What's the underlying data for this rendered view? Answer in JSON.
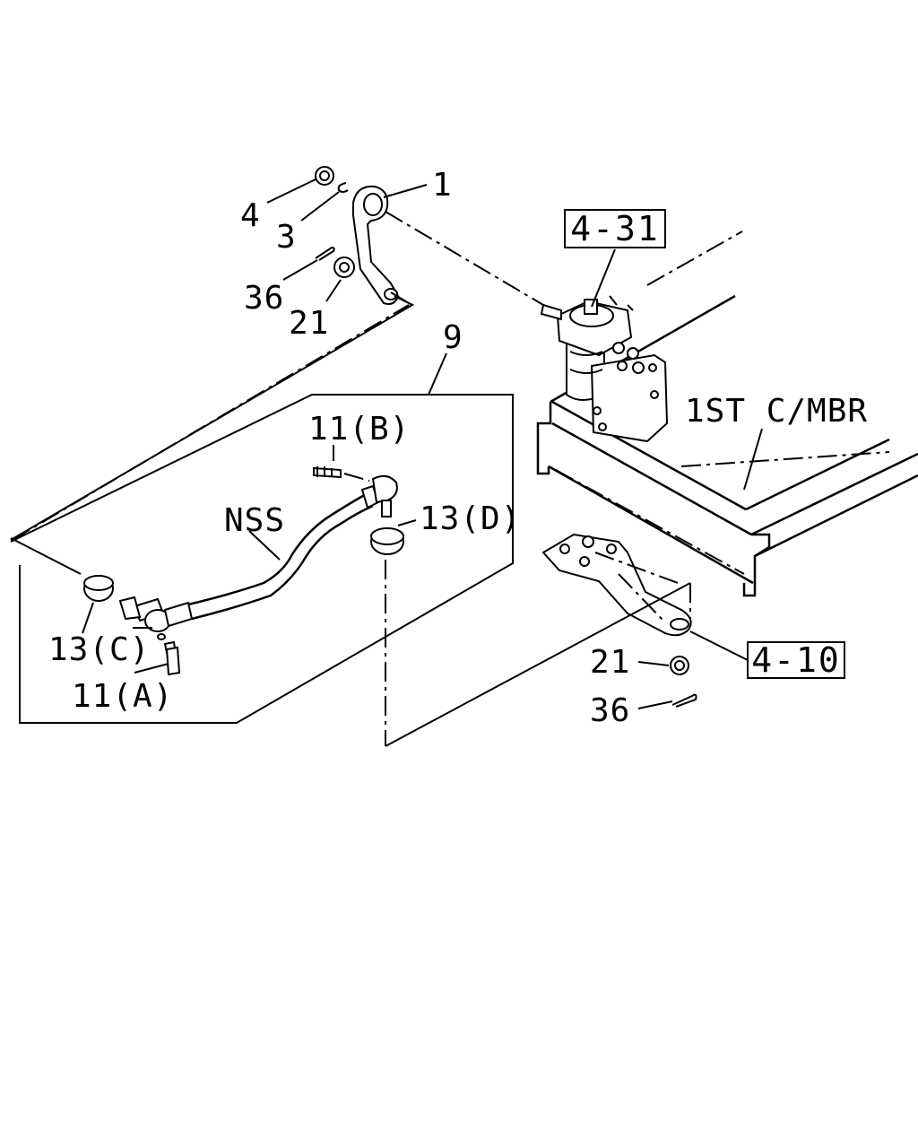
{
  "diagram": {
    "callouts": {
      "c1": "1",
      "c3": "3",
      "c4": "4",
      "c36_top": "36",
      "c21_top": "21",
      "c9": "9",
      "c11b": "11(B)",
      "c13d": "13(D)",
      "nss": "NSS",
      "c13c": "13(C)",
      "c11a": "11(A)",
      "c21_bottom": "21",
      "c36_bottom": "36",
      "frame": "1ST C/MBR"
    },
    "references": {
      "ref_4_31": "4-31",
      "ref_4_10": "4-10"
    }
  }
}
